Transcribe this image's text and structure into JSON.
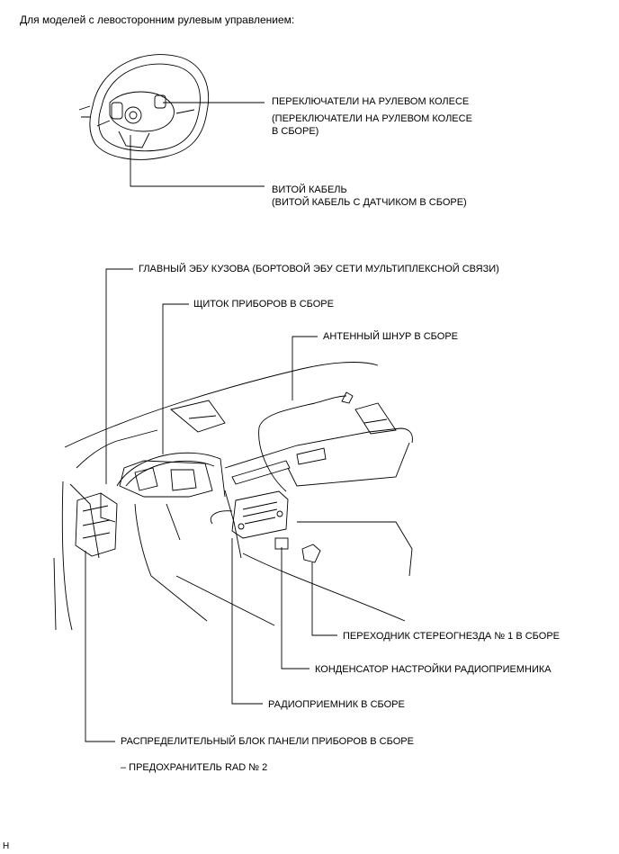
{
  "header": "Для моделей с левосторонним рулевым управлением:",
  "labels": {
    "steering_switch": "ПЕРЕКЛЮЧАТЕЛИ НА РУЛЕВОМ КОЛЕСЕ",
    "steering_switch_assy_1": "(ПЕРЕКЛЮЧАТЕЛИ НА РУЛЕВОМ КОЛЕСЕ",
    "steering_switch_assy_2": "В СБОРЕ)",
    "spiral_cable": "ВИТОЙ КАБЕЛЬ",
    "spiral_cable_assy": "(ВИТОЙ КАБЕЛЬ С ДАТЧИКОМ В СБОРЕ)",
    "main_body_ecu": "ГЛАВНЫЙ ЭБУ КУЗОВА (БОРТОВОЙ ЭБУ СЕТИ МУЛЬТИПЛЕКСНОЙ СВЯЗИ)",
    "combination_meter": "ЩИТОК ПРИБОРОВ В СБОРЕ",
    "antenna_cord": "АНТЕННЫЙ ШНУР В СБОРЕ",
    "stereo_jack": "ПЕРЕХОДНИК СТЕРЕОГНЕЗДА № 1 В СБОРЕ",
    "radio_condenser": "КОНДЕНСАТОР НАСТРОЙКИ РАДИОПРИЕМНИКА",
    "radio_receiver": "РАДИОПРИЕМНИК В СБОРЕ",
    "junction_block": "РАСПРЕДЕЛИТЕЛЬНЫЙ БЛОК ПАНЕЛИ ПРИБОРОВ В СБОРЕ",
    "fuse": "– ПРЕДОХРАНИТЕЛЬ RAD № 2"
  },
  "footer_code": "H"
}
